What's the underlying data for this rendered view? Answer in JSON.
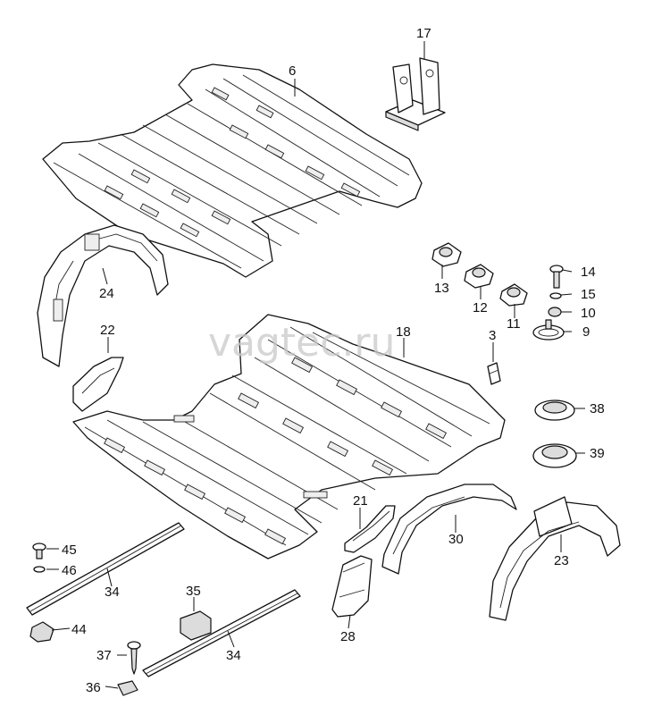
{
  "watermark": "vagtec.ru",
  "callouts": {
    "p6": "6",
    "p17": "17",
    "p24": "24",
    "p22": "22",
    "p13": "13",
    "p12": "12",
    "p11": "11",
    "p14": "14",
    "p15": "15",
    "p10": "10",
    "p9": "9",
    "p3": "3",
    "p18": "18",
    "p38": "38",
    "p39": "39",
    "p21": "21",
    "p30": "30",
    "p23": "23",
    "p28": "28",
    "p45": "45",
    "p46": "46",
    "p34a": "34",
    "p44": "44",
    "p35": "35",
    "p37": "37",
    "p34b": "34",
    "p36": "36"
  }
}
